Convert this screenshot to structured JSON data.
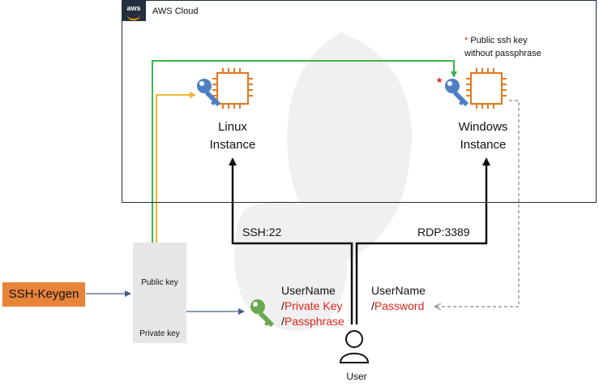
{
  "cloud": {
    "badge": "aws",
    "label": "AWS Cloud"
  },
  "instances": {
    "linux": {
      "line1": "Linux",
      "line2": "Instance"
    },
    "windows": {
      "line1": "Windows",
      "line2": "Instance"
    }
  },
  "note": {
    "asterisk": "*",
    "line1": "Public ssh key",
    "line2": "without passphrase"
  },
  "connections": {
    "ssh": "SSH:22",
    "rdp": "RDP:3389"
  },
  "keys": {
    "public": "Public key",
    "private": "Private key"
  },
  "keygen": "SSH-Keygen",
  "linux_creds": {
    "user": "UserName",
    "slash1": "/",
    "key": "Private Key",
    "slash2": "/",
    "pass": "Passphrase"
  },
  "windows_creds": {
    "user": "UserName",
    "slash": "/",
    "pass": "Password"
  },
  "user": "User",
  "colors": {
    "chip": "#e07b24",
    "key_blue": "#4d7fc2",
    "key_green": "#6aa84f",
    "line_green": "#3bb54a",
    "line_yellow": "#f2b632",
    "line_black": "#111111",
    "line_dashed": "#888888",
    "red": "#e0261c",
    "keygen": "#e8833a"
  }
}
